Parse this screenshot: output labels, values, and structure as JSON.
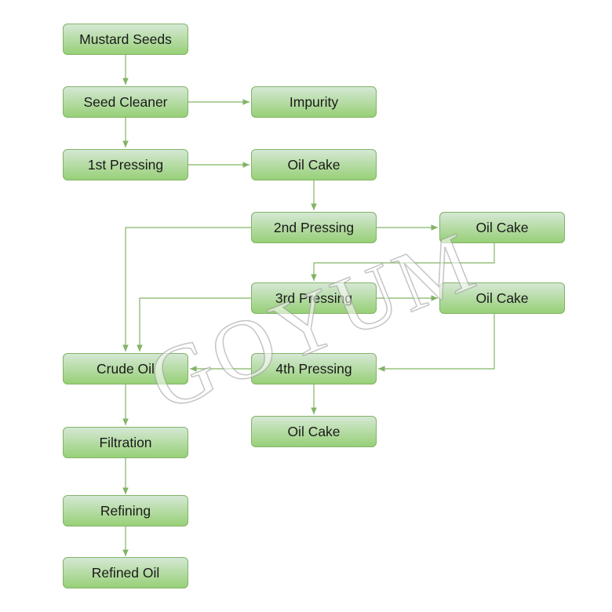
{
  "nodes": {
    "mustard_seeds": "Mustard Seeds",
    "seed_cleaner": "Seed Cleaner",
    "impurity": "Impurity",
    "first_pressing": "1st Pressing",
    "oil_cake_1": "Oil Cake",
    "second_pressing": "2nd Pressing",
    "oil_cake_2": "Oil Cake",
    "third_pressing": "3rd Pressing",
    "oil_cake_3": "Oil Cake",
    "crude_oil": "Crude Oil",
    "fourth_pressing": "4th Pressing",
    "oil_cake_4": "Oil Cake",
    "filtration": "Filtration",
    "refining": "Refining",
    "refined_oil": "Refined Oil"
  },
  "watermark": "GOYUM",
  "colors": {
    "node_border": "#82b366",
    "node_fill_top": "#d5e8d4",
    "node_fill_bottom": "#97d077",
    "connector": "#82b366"
  }
}
